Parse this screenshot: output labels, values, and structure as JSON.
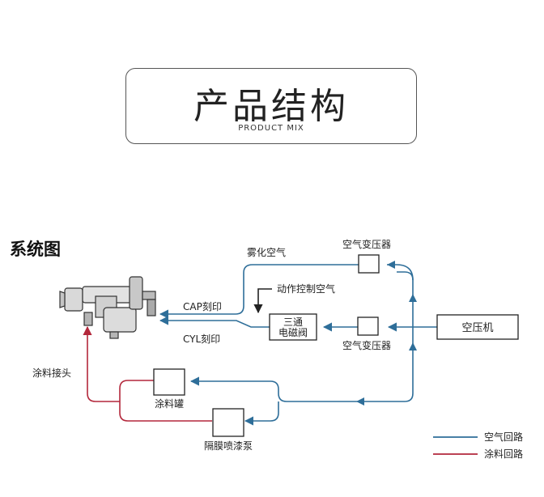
{
  "header": {
    "title": "产品结构",
    "subtitle": "PRODUCT MIX"
  },
  "section_title": "系统图",
  "labels": {
    "atomize_air": "雾化空气",
    "regulator_top": "空气变压器",
    "action_control_air": "动作控制空气",
    "cap_mark": "CAP刻印",
    "valve_line1": "三通",
    "valve_line2": "电磁阀",
    "regulator_mid": "空气变压器",
    "compressor": "空压机",
    "cyl_mark": "CYL刻印",
    "paint_joint": "涂料接头",
    "paint_tank": "涂料罐",
    "diaphragm_pump": "隔膜喷漆泵"
  },
  "legend": [
    {
      "label": "空气回路",
      "color": "#2e6e99"
    },
    {
      "label": "涂料回路",
      "color": "#b3273b"
    }
  ],
  "colors": {
    "air": "#2e6e99",
    "paint": "#b3273b",
    "line": "#222222"
  },
  "icons": {
    "spray_gun": "spray-gun-icon"
  }
}
